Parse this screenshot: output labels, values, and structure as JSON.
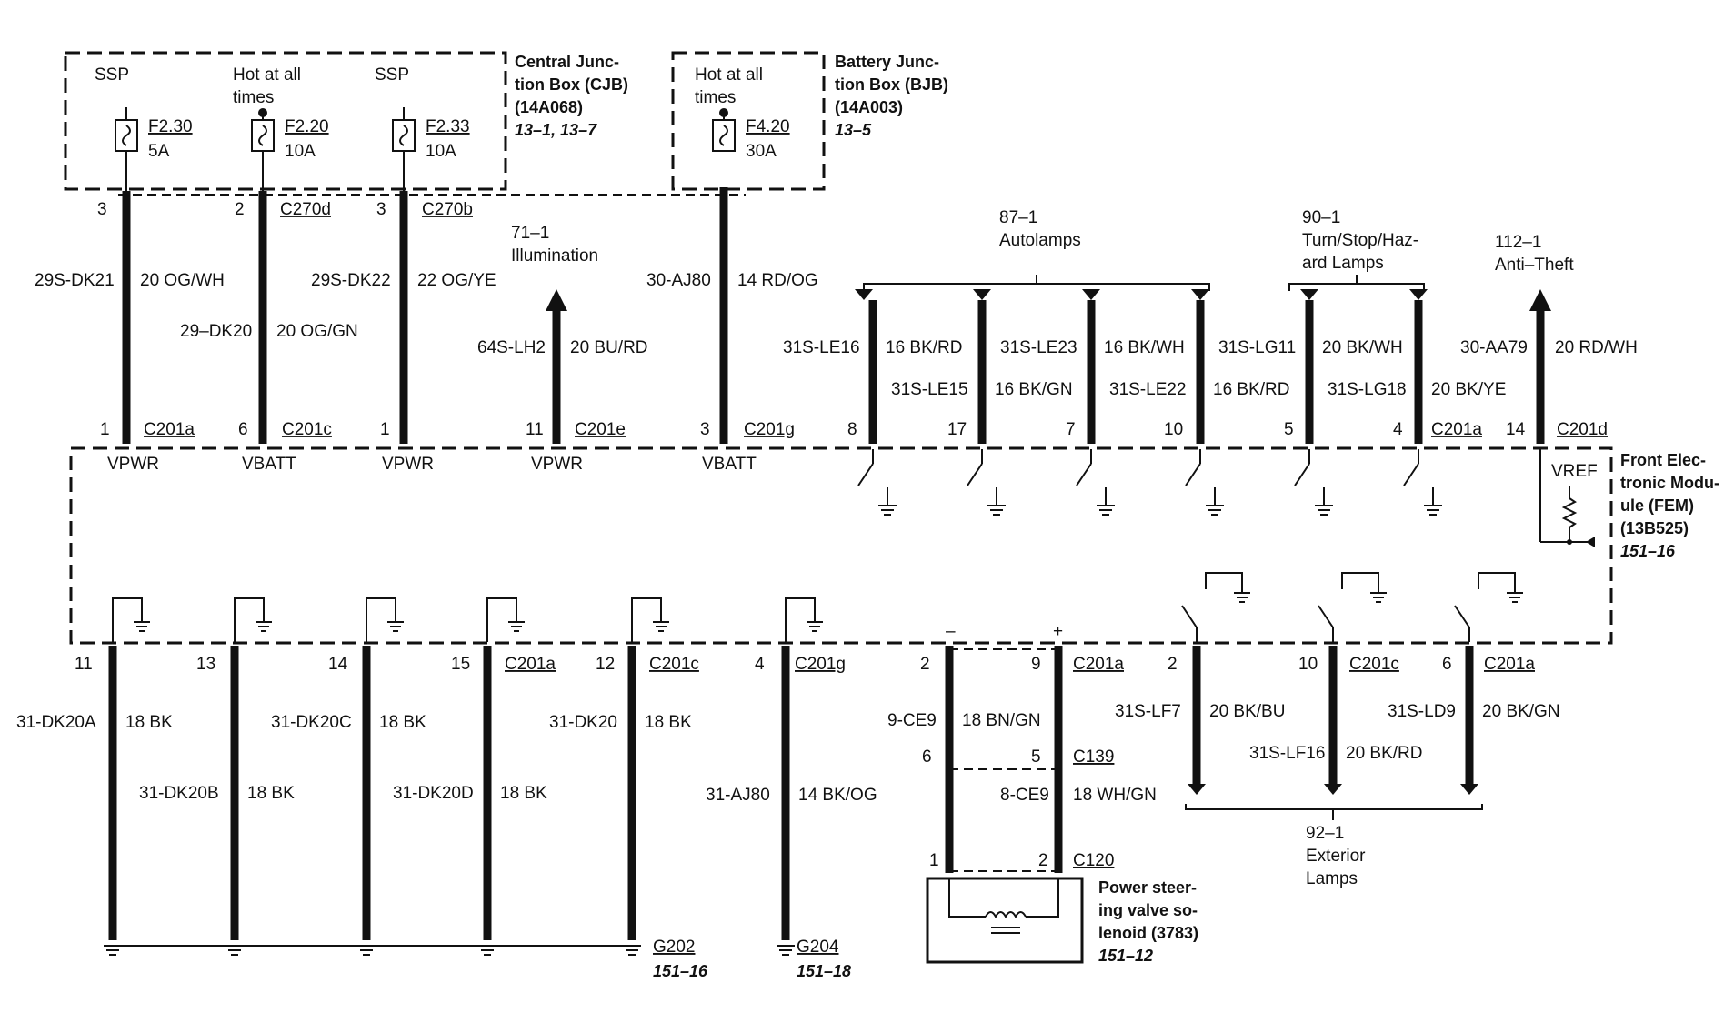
{
  "cjb": {
    "title_lines": [
      "Central Junc-",
      "tion Box (CJB)",
      "(14A068)"
    ],
    "ref": "13–1, 13–7",
    "fuses": [
      {
        "label_lines": [
          "SSP"
        ],
        "fuse": "F2.30",
        "rating": "5A",
        "pin": "3",
        "connector": ""
      },
      {
        "label_lines": [
          "Hot at all",
          "times"
        ],
        "fuse": "F2.20",
        "rating": "10A",
        "pin": "2",
        "connector": "C270d"
      },
      {
        "label_lines": [
          "SSP"
        ],
        "fuse": "F2.33",
        "rating": "10A",
        "pin": "3",
        "connector": "C270b"
      }
    ]
  },
  "bjb": {
    "title_lines": [
      "Battery Junc-",
      "tion Box (BJB)",
      "(14A003)"
    ],
    "ref": "13–5",
    "label_lines": [
      "Hot at all",
      "times"
    ],
    "fuse": "F4.20",
    "rating": "30A"
  },
  "refs_top": {
    "illumination": [
      "71–1",
      "Illumination"
    ],
    "autolamps": [
      "87–1",
      "Autolamps"
    ],
    "turn": [
      "90–1",
      "Turn/Stop/Haz-",
      "ard Lamps"
    ],
    "antitheft": [
      "112–1",
      "Anti–Theft"
    ]
  },
  "top_wires": [
    {
      "circuit": "29S-DK21",
      "gauge": "20 OG/WH",
      "pin": "1",
      "connector": "C201a",
      "fem_label": "VPWR"
    },
    {
      "circuit": "29–DK20",
      "gauge": "20 OG/GN",
      "pin": "6",
      "connector": "C201c",
      "fem_label": "VBATT"
    },
    {
      "circuit": "29S-DK22",
      "gauge": "22 OG/YE",
      "pin": "1",
      "connector": "",
      "fem_label": "VPWR"
    },
    {
      "circuit": "64S-LH2",
      "gauge": "20 BU/RD",
      "pin": "11",
      "connector": "C201e",
      "fem_label": "VPWR"
    },
    {
      "circuit": "30-AJ80",
      "gauge": "14 RD/OG",
      "pin": "3",
      "connector": "C201g",
      "fem_label": "VBATT",
      "bjb_pin": ""
    }
  ],
  "lamp_wires": [
    {
      "circuit": "31S-LE16",
      "gauge": "16 BK/RD",
      "pin": "8"
    },
    {
      "circuit": "31S-LE15",
      "gauge": "16 BK/GN",
      "pin": "17"
    },
    {
      "circuit": "31S-LE23",
      "gauge": "16 BK/WH",
      "pin": "7"
    },
    {
      "circuit": "31S-LE22",
      "gauge": "16 BK/RD",
      "pin": "10"
    },
    {
      "circuit": "31S-LG11",
      "gauge": "20 BK/WH",
      "pin": "5"
    },
    {
      "circuit": "31S-LG18",
      "gauge": "20 BK/YE",
      "pin": "4",
      "connector": "C201a"
    }
  ],
  "antitheft_wire": {
    "circuit": "30-AA79",
    "gauge": "20 RD/WH",
    "pin": "14",
    "connector": "C201d"
  },
  "fem": {
    "title_lines": [
      "Front Elec-",
      "tronic Modu-",
      "ule (FEM)",
      "(13B525)"
    ],
    "ref": "151–16",
    "vref": "VREF"
  },
  "ground_wires": [
    {
      "circuit": "31-DK20A",
      "gauge": "18 BK",
      "pin": "11",
      "connector": ""
    },
    {
      "circuit": "31-DK20B",
      "gauge": "18 BK",
      "pin": "13",
      "connector": ""
    },
    {
      "circuit": "31-DK20C",
      "gauge": "18 BK",
      "pin": "14",
      "connector": ""
    },
    {
      "circuit": "31-DK20D",
      "gauge": "18 BK",
      "pin": "15",
      "connector": "C201a"
    },
    {
      "circuit": "31-DK20",
      "gauge": "18 BK",
      "pin": "12",
      "connector": "C201c"
    },
    {
      "circuit": "31-AJ80",
      "gauge": "14 BK/OG",
      "pin": "4",
      "connector": "C201g"
    }
  ],
  "grounds": [
    {
      "name": "G202",
      "ref": "151–16"
    },
    {
      "name": "G204",
      "ref": "151–18"
    }
  ],
  "solenoid": {
    "minus": "–",
    "plus": "+",
    "pin_a": "2",
    "pin_b": "9",
    "connector_top": "C201a",
    "wire_top": {
      "circuit": "9-CE9",
      "gauge": "18 BN/GN"
    },
    "c139_pin_a": "6",
    "c139_pin_b": "5",
    "c139": "C139",
    "wire_bot": {
      "circuit": "8-CE9",
      "gauge": "18 WH/GN"
    },
    "c120_pin_a": "1",
    "c120_pin_b": "2",
    "c120": "C120",
    "title_lines": [
      "Power steer-",
      "ing valve so-",
      "lenoid (3783)"
    ],
    "ref": "151–12"
  },
  "exterior_wires": [
    {
      "circuit": "31S-LF7",
      "gauge": "20 BK/BU",
      "pin": "2",
      "connector": ""
    },
    {
      "circuit": "31S-LF16",
      "gauge": "20 BK/RD",
      "pin": "10",
      "connector": "C201c"
    },
    {
      "circuit": "31S-LD9",
      "gauge": "20 BK/GN",
      "pin": "6",
      "connector": "C201a"
    }
  ],
  "exterior_ref": [
    "92–1",
    "Exterior",
    "Lamps"
  ]
}
